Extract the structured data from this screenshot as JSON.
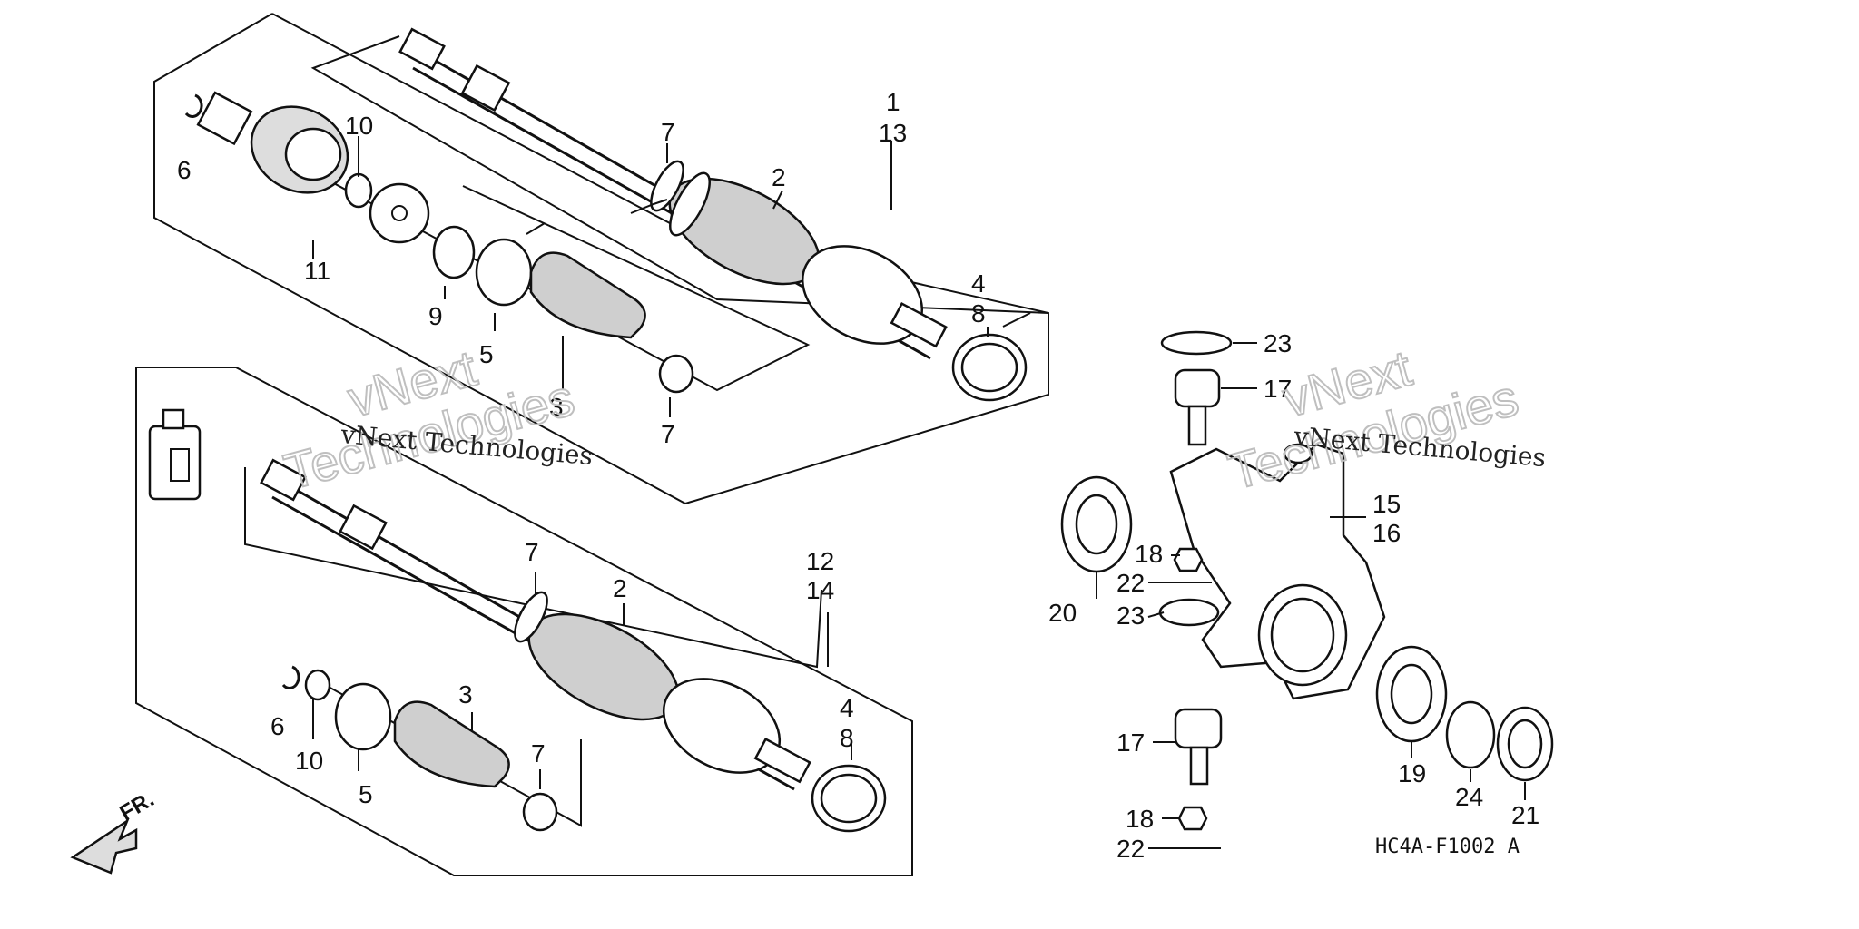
{
  "watermark": {
    "line1": "vNext",
    "line2": "Technologies",
    "caption": "vNext Technologies"
  },
  "diagram_code": "HC4A-F1002 A",
  "direction_label": "FR.",
  "callouts": {
    "c1": "1",
    "c13": "13",
    "c2a": "2",
    "c7a": "7",
    "c10a": "10",
    "c6a": "6",
    "c11": "11",
    "c9": "9",
    "c5a": "5",
    "c3a": "3",
    "c7b": "7",
    "c4a": "4",
    "c8a": "8",
    "c12": "12",
    "c14": "14",
    "c7c": "7",
    "c2b": "2",
    "c3b": "3",
    "c6b": "6",
    "c10b": "10",
    "c5b": "5",
    "c7d": "7",
    "c4b": "4",
    "c8b": "8",
    "c23a": "23",
    "c17a": "17",
    "c15": "15",
    "c16": "16",
    "c18a": "18",
    "c22a": "22",
    "c23b": "23",
    "c20": "20",
    "c17b": "17",
    "c18b": "18",
    "c22b": "22",
    "c19": "19",
    "c24": "24",
    "c21": "21"
  }
}
